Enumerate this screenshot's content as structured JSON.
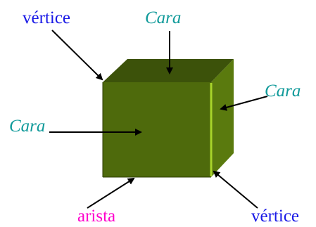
{
  "labels": {
    "vertex_top_left": "vértice",
    "face_top": "Cara",
    "face_right": "Cara",
    "face_front": "Cara",
    "edge_bottom": "arista",
    "vertex_bottom_right": "vértice"
  },
  "colors": {
    "vertex_label": "#1a1ae6",
    "face_label": "#109a9a",
    "edge_label": "#ff00cc",
    "arrow": "#000000",
    "cube_front": "#4e6a0c",
    "cube_top": "#3c520a",
    "cube_side": "#5a7a0e",
    "cube_highlight": "#a8d42a",
    "background": "#ffffff"
  }
}
